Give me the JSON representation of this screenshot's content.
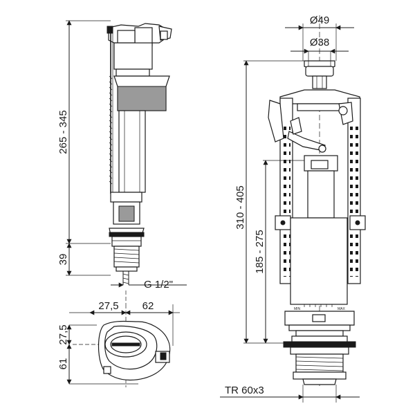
{
  "dimensions": {
    "fill_valve_height": "265 - 345",
    "fill_valve_bottom": "39",
    "thread": "G 1/2\"",
    "plan_offset": "27,5",
    "plan_width": "62",
    "plan_side_top": "27,5",
    "plan_side_bottom": "61",
    "button_outer": "Ø49",
    "button_inner": "Ø38",
    "flush_total": "310 - 405",
    "flush_body": "185 - 275",
    "flush_thread": "TR 60x3",
    "scale_min": "MIN",
    "scale_max": "MAX"
  },
  "colors": {
    "ink": "#1a1a1a",
    "fill": "#9a9a9a",
    "background": "#ffffff"
  }
}
